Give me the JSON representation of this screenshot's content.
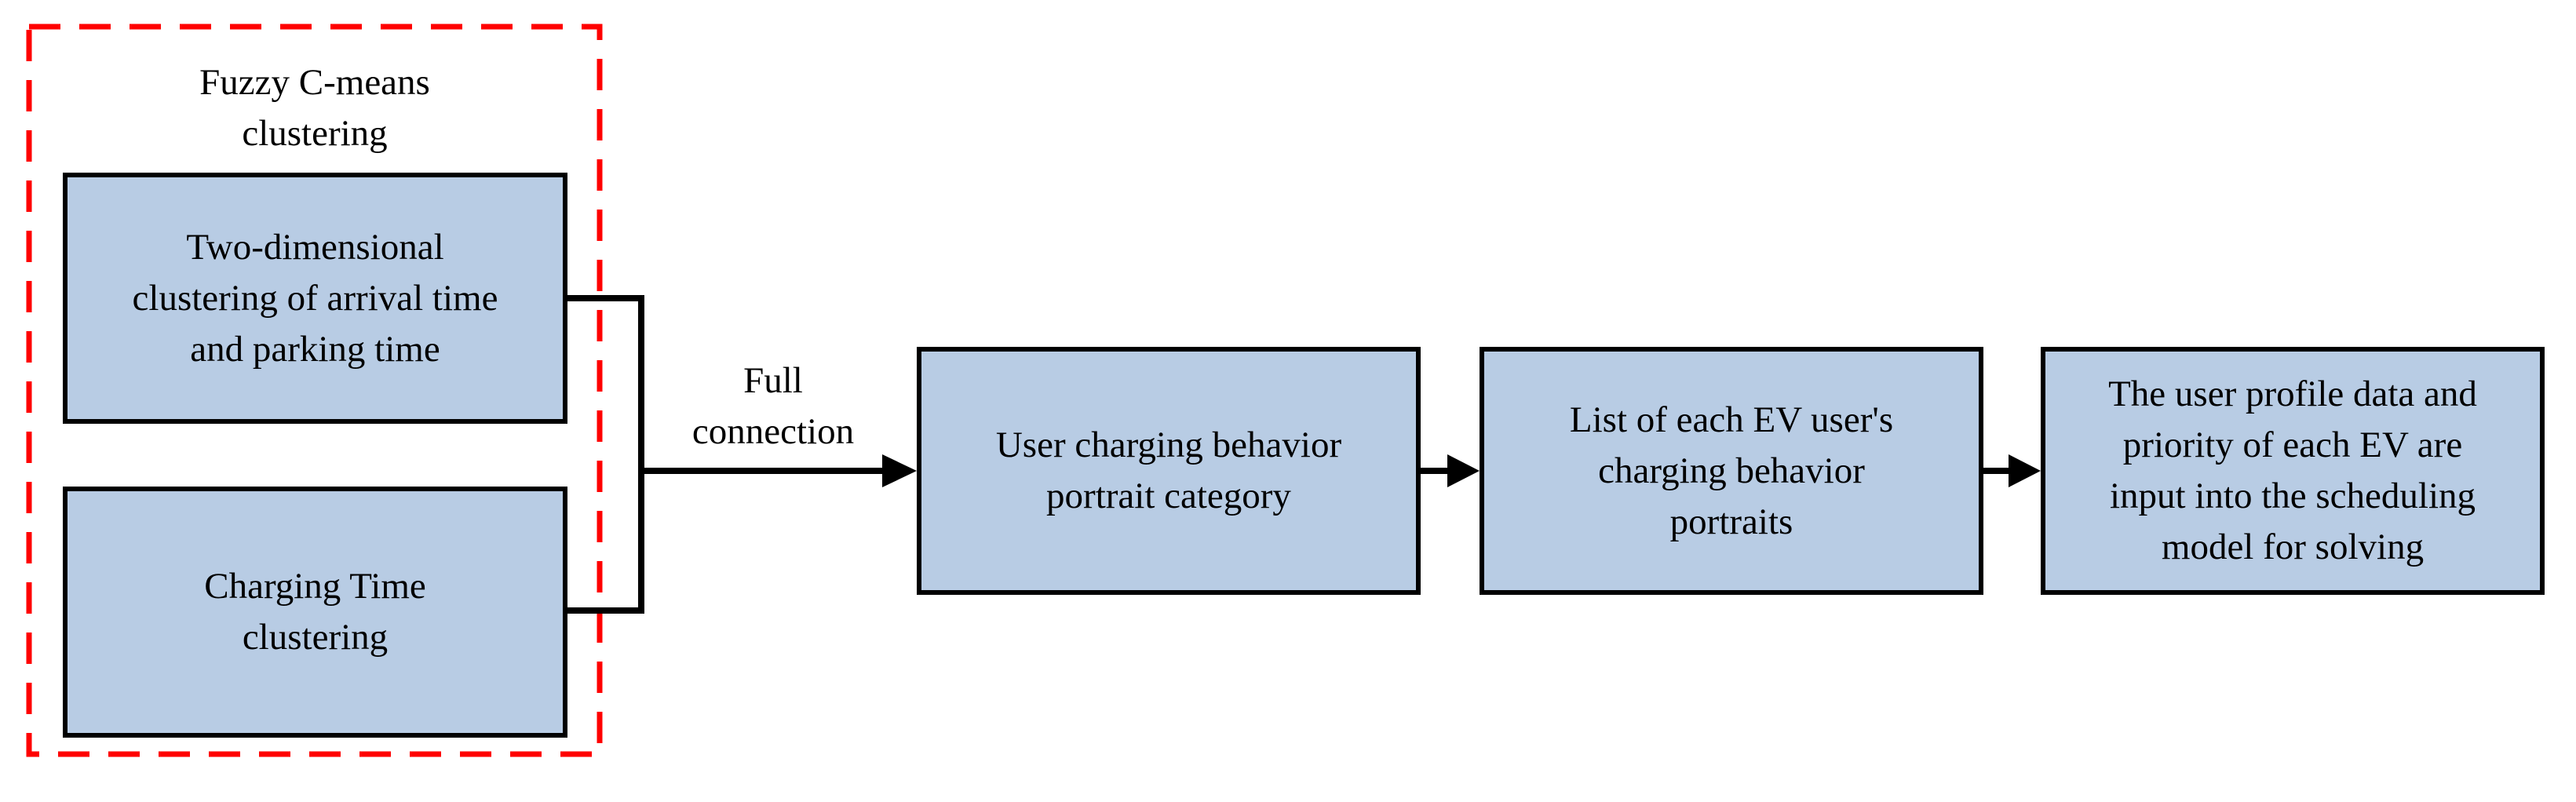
{
  "diagram": {
    "cluster_group": {
      "title": "Fuzzy C-means\nclustering",
      "box_two_dimensional": "Two-dimensional\nclustering of arrival time\nand parking time",
      "box_charging_time": "Charging Time\nclustering"
    },
    "full_connection_label": "Full\nconnection",
    "boxes": {
      "portrait_category": "User charging behavior\nportrait category",
      "portrait_list": "List of each EV user's\ncharging behavior\nportraits",
      "scheduling_model": "The user profile data and\npriority of each EV are\ninput into the scheduling\nmodel for solving"
    },
    "colors": {
      "box_fill": "#b8cce4",
      "box_border": "#000000",
      "group_outline": "#ff0000",
      "connector": "#000000"
    }
  }
}
